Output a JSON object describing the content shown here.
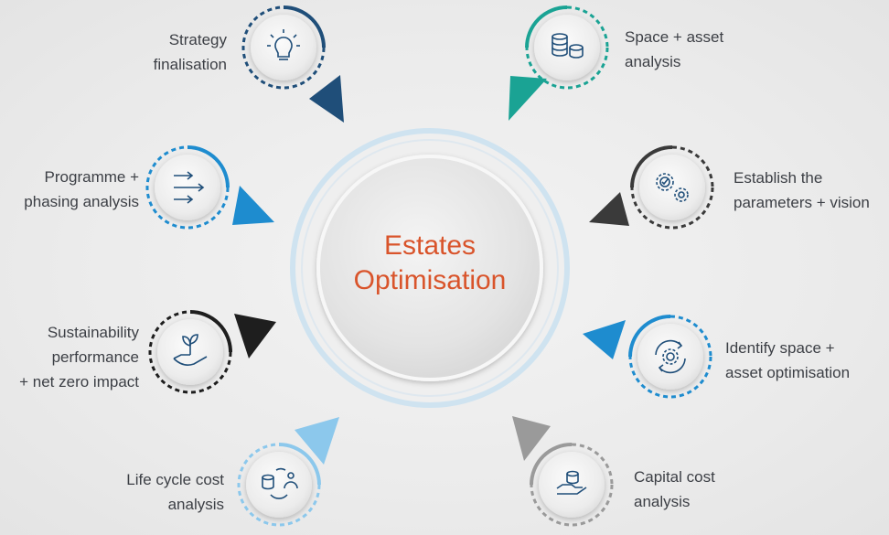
{
  "center": {
    "title": "Estates\nOptimisation"
  },
  "colors": {
    "center_text": "#d9542b",
    "navy": "#1f4e79",
    "teal": "#1aa394",
    "blue": "#1e8ccf",
    "dark": "#3a3a3a",
    "light_blue": "#8cc8ec",
    "grey": "#9a9a9a"
  },
  "nodes": [
    {
      "id": "strategy",
      "label": "Strategy\nfinalisation",
      "icon": "lightbulb-icon"
    },
    {
      "id": "space",
      "label": "Space + asset\nanalysis",
      "icon": "coins-stack-icon"
    },
    {
      "id": "programme",
      "label": "Programme +\nphasing analysis",
      "icon": "arrows-icon"
    },
    {
      "id": "parameters",
      "label": "Establish the\nparameters + vision",
      "icon": "gears-icon"
    },
    {
      "id": "sustainability",
      "label": "Sustainability\nperformance\n+ net zero impact",
      "icon": "plant-in-hand-icon"
    },
    {
      "id": "identify",
      "label": "Identify space +\nasset optimisation",
      "icon": "gear-cycle-icon"
    },
    {
      "id": "lifecycle",
      "label": "Life cycle cost\nanalysis",
      "icon": "coins-people-icon"
    },
    {
      "id": "capital",
      "label": "Capital cost\nanalysis",
      "icon": "coins-hand-icon"
    }
  ]
}
